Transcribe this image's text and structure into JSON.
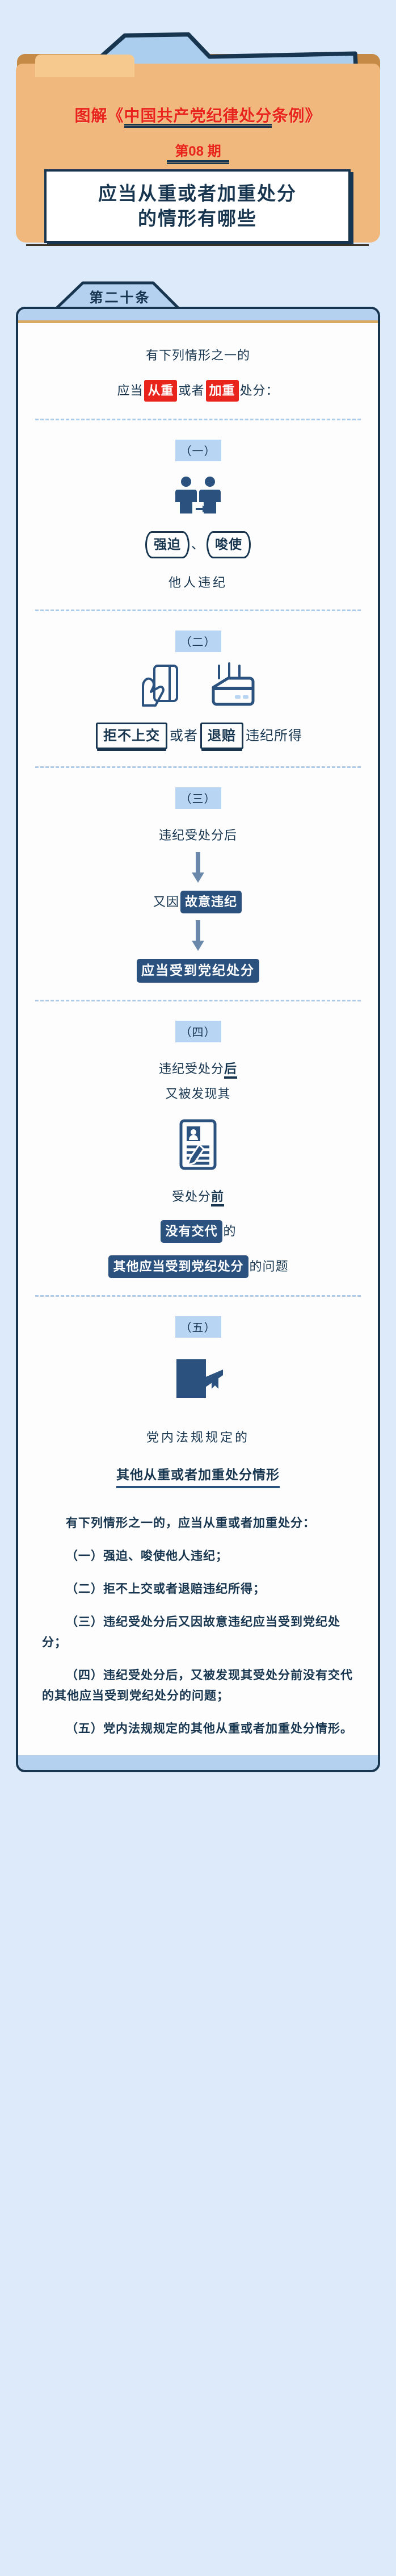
{
  "header": {
    "series_title": "图解《中国共产党纪律处分条例》",
    "issue": "第08 期",
    "title_line1": "应当从重或者加重处分",
    "title_line2": "的情形有哪些"
  },
  "article": {
    "tab_label": "第二十条",
    "intro_line1": "有下列情形之一的",
    "intro_line2_a": "应当",
    "intro_line2_hl1": "从重",
    "intro_line2_b": "或者",
    "intro_line2_hl2": "加重",
    "intro_line2_c": "处分："
  },
  "items": [
    {
      "index": "（一）",
      "icon": "two-persons-coercion-icon",
      "chip1": "强迫",
      "separator": "、",
      "chip2": "唆使",
      "tail": "他人违纪"
    },
    {
      "index": "（二）",
      "icon_left": "hand-holding-card-icon",
      "icon_right": "wallet-money-icon",
      "chip1": "拒不上交",
      "middle": "或者",
      "chip2": "退赔",
      "tail": "违纪所得"
    },
    {
      "index": "（三）",
      "step1": "违纪受处分后",
      "step2_prefix": "又因",
      "step2_hl": "故意违纪",
      "step3_hl": "应当受到党纪处分"
    },
    {
      "index": "（四）",
      "line1_a": "违纪受处分",
      "line1_b": "后",
      "line2": "又被发现其",
      "icon": "id-card-pencil-icon",
      "line3_a": "受处分",
      "line3_b": "前",
      "line4_hl": "没有交代",
      "line4_tail": "的",
      "line5_hl": "其他应当受到党纪处分",
      "line5_tail": "的问题"
    },
    {
      "index": "（五）",
      "icon": "book-graduation-cap-icon",
      "line1": "党内法规规定的",
      "line2": "其他从重或者加重处分情形"
    }
  ],
  "summary": {
    "paragraphs": [
      "有下列情形之一的，应当从重或者加重处分：",
      "（一）强迫、唆使他人违纪；",
      "（二）拒不上交或者退赔违纪所得；",
      "（三）违纪受处分后又因故意违纪应当受到党纪处分；",
      "（四）违纪受处分后，又被发现其受处分前没有交代的其他应当受到党纪处分的问题；",
      "（五）党内法规规定的其他从重或者加重处分情形。"
    ]
  },
  "colors": {
    "page_bg": "#dceafa",
    "navy": "#17354f",
    "red": "#e8241c",
    "folder_orange": "#f0b87c",
    "accent_blue": "#b9d5f4",
    "chip_navy": "#2b527f"
  }
}
